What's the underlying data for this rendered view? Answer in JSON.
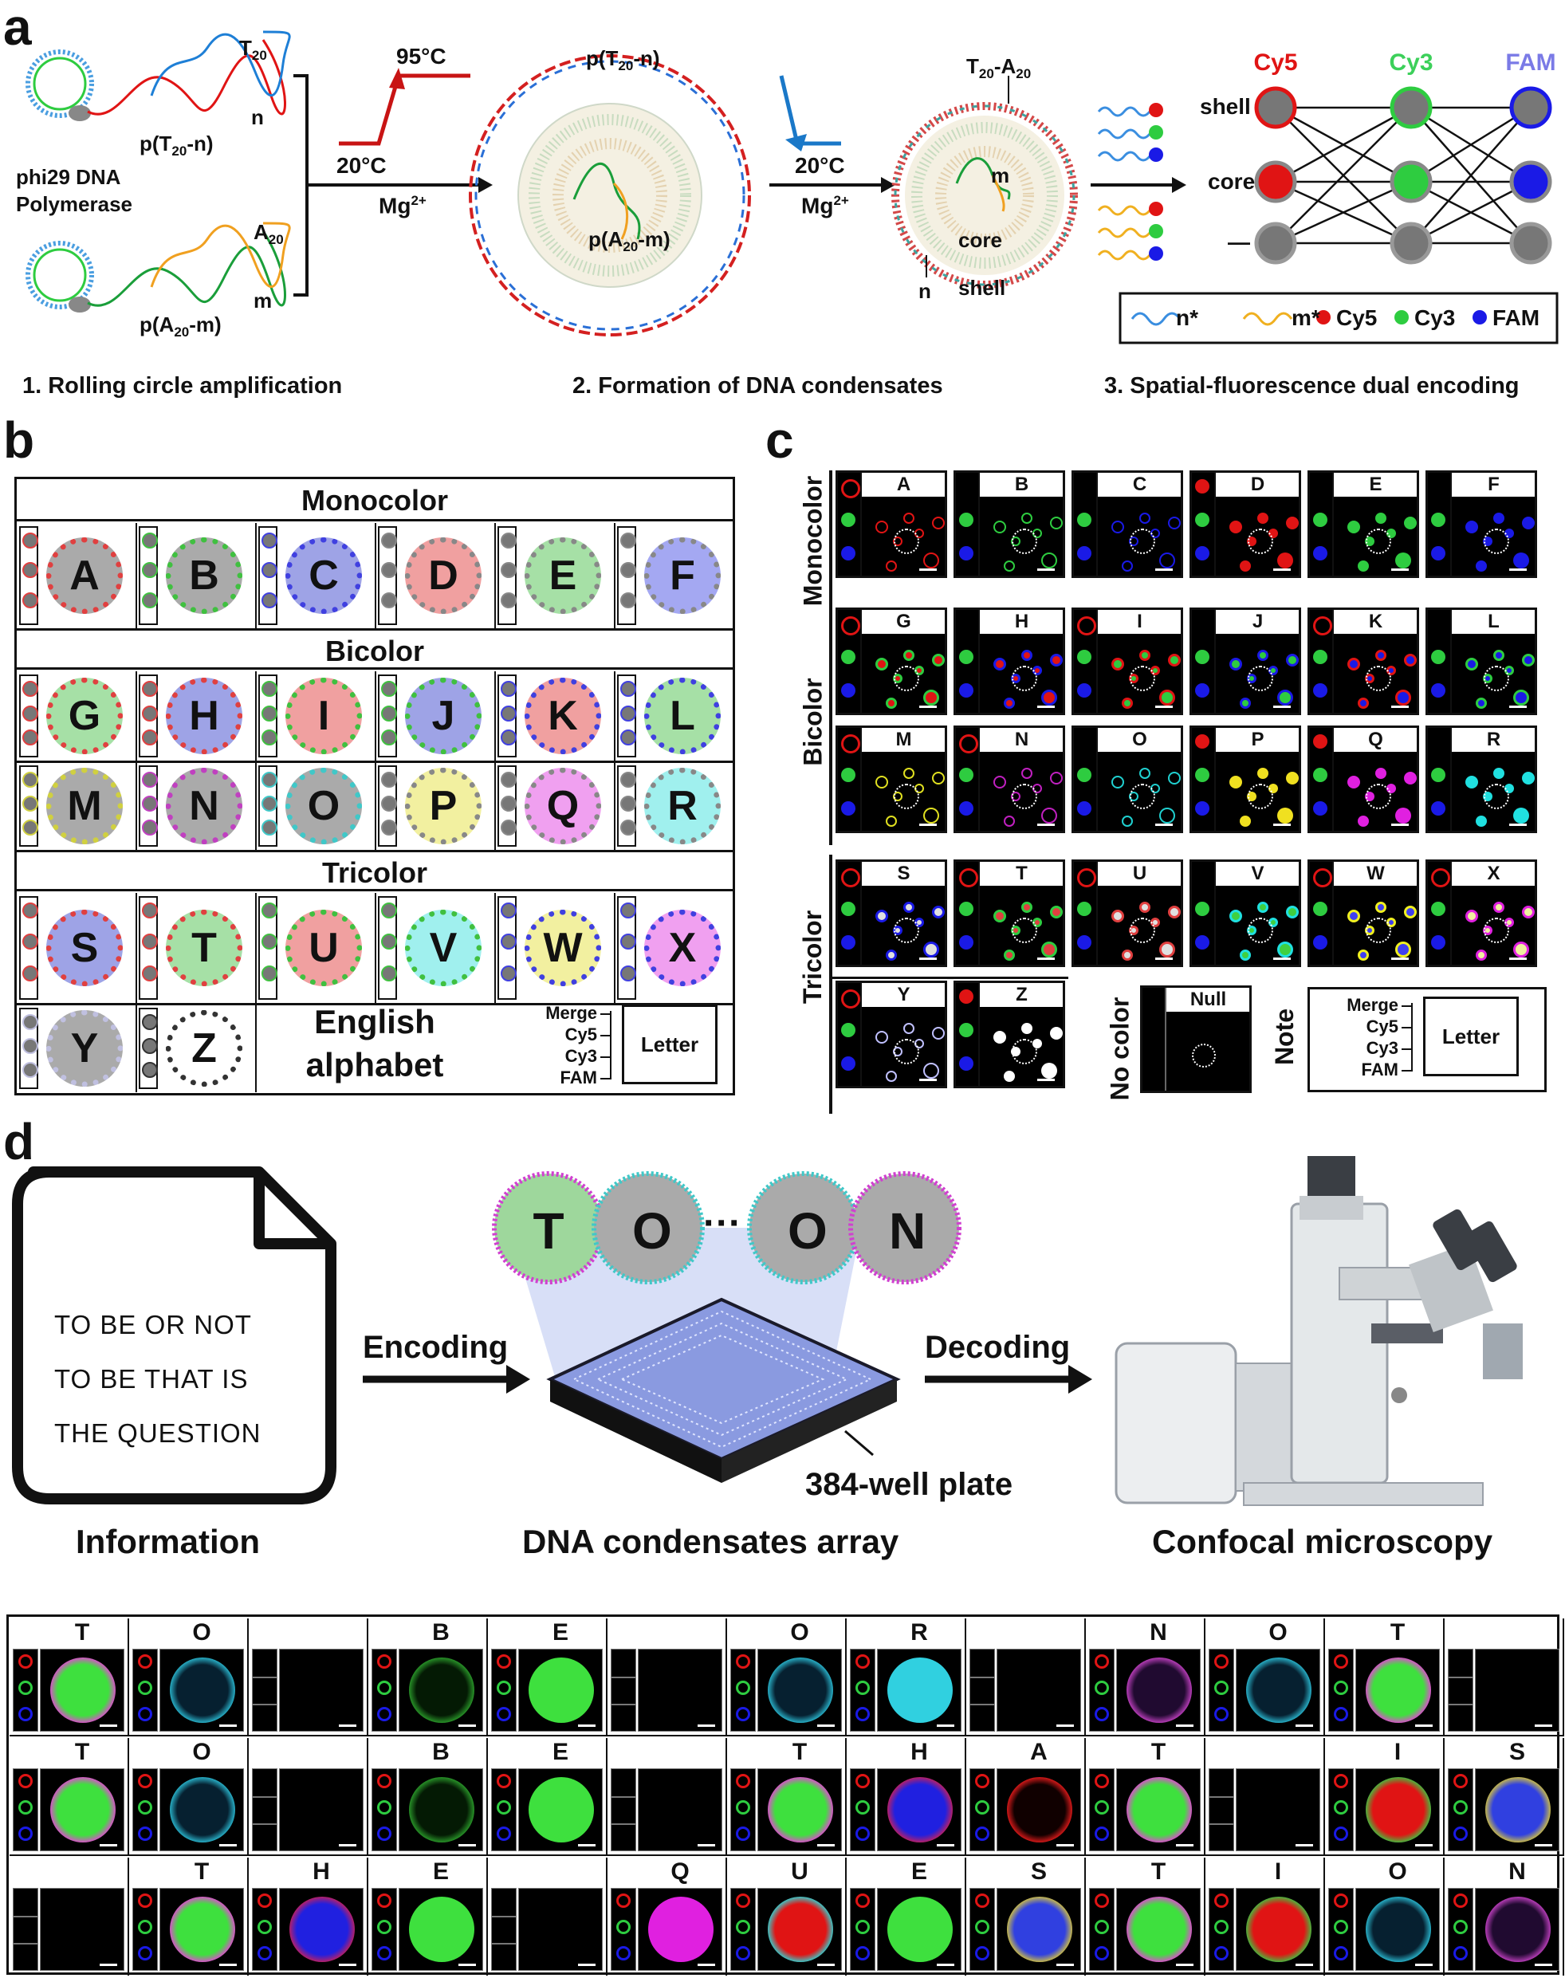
{
  "panels": {
    "a": "a",
    "b": "b",
    "c": "c",
    "d": "d"
  },
  "a": {
    "t20": "T",
    "t20_sub": "20",
    "n": "n",
    "m": "m",
    "pT_prefix": "p(T",
    "pT_sub": "20",
    "pT_suffix": "-n)",
    "a20": "A",
    "a20_sub": "20",
    "pA_prefix": "p(A",
    "pA_sub": "20",
    "pA_suffix": "-m)",
    "polymerase_line1": "phi29 DNA",
    "polymerase_line2": "Polymerase",
    "temp_high": "95°C",
    "temp_low1": "20°C",
    "temp_low2": "20°C",
    "mg1": "Mg",
    "mg2": "Mg",
    "mg_sup": "2+",
    "pTn_prefix": "p(T",
    "pTn_sub": "20",
    "pTn_suffix": "-n)",
    "pAm_prefix": "p(A",
    "pAm_sub": "20",
    "pAm_suffix": "-m)",
    "t20a20": "T",
    "t20a20_sub1": "20",
    "t20a20_dash": "-A",
    "t20a20_sub2": "20",
    "core": "core",
    "shell": "shell",
    "m2": "m",
    "n2": "n",
    "net_cols": [
      "Cy5",
      "Cy3",
      "FAM"
    ],
    "net_rows": [
      "shell",
      "core",
      "—"
    ],
    "legend": [
      "n*",
      "m*",
      "Cy5",
      "Cy3",
      "FAM"
    ],
    "step1": "1. Rolling circle amplification",
    "step2": "2. Formation of DNA condensates",
    "step3": "3. Spatial-fluorescence dual encoding",
    "colors": {
      "red": "#e01414",
      "green": "#2ecc40",
      "blue": "#1a1ae6",
      "cy5": "#e01414",
      "cy3": "#3cd05a",
      "fam": "#7a7ae6"
    }
  },
  "b": {
    "monocolor": "Monocolor",
    "bicolor": "Bicolor",
    "tricolor": "Tricolor",
    "row1": [
      "A",
      "B",
      "C",
      "D",
      "E",
      "F"
    ],
    "row2": [
      "G",
      "H",
      "I",
      "J",
      "K",
      "L"
    ],
    "row3": [
      "M",
      "N",
      "O",
      "P",
      "Q",
      "R"
    ],
    "row4": [
      "S",
      "T",
      "U",
      "V",
      "W",
      "X"
    ],
    "row5": [
      "Y",
      "Z"
    ],
    "alphabet_line1": "English",
    "alphabet_line2": "alphabet",
    "note": [
      "Merge",
      "Cy5",
      "Cy3",
      "FAM"
    ],
    "note_letter": "Letter"
  },
  "c": {
    "monocolor": "Monocolor",
    "bicolor": "Bicolor",
    "tricolor": "Tricolor",
    "nocolor": "No color",
    "note_side": "Note",
    "row1": [
      "A",
      "B",
      "C",
      "D",
      "E",
      "F"
    ],
    "row2": [
      "G",
      "H",
      "I",
      "J",
      "K",
      "L"
    ],
    "row3": [
      "M",
      "N",
      "O",
      "P",
      "Q",
      "R"
    ],
    "row4": [
      "S",
      "T",
      "U",
      "V",
      "W",
      "X"
    ],
    "row5": [
      "Y",
      "Z"
    ],
    "null": "Null",
    "note": [
      "Merge",
      "Cy5",
      "Cy3",
      "FAM"
    ],
    "note_letter": "Letter"
  },
  "d": {
    "info_lines": [
      "TO BE OR NOT",
      "TO BE THAT IS",
      "THE QUESTION"
    ],
    "encoding": "Encoding",
    "decoding": "Decoding",
    "condensates": [
      "T",
      "O",
      "O",
      "N"
    ],
    "ellipsis": "···",
    "plate": "384-well plate",
    "cap_info": "Information",
    "cap_array": "DNA condensates array",
    "cap_micro": "Confocal microscopy",
    "row1": [
      "T",
      "O",
      "",
      "B",
      "E",
      "",
      "O",
      "R",
      "",
      "N",
      "O",
      "T",
      ""
    ],
    "row2": [
      "T",
      "O",
      "",
      "B",
      "E",
      "",
      "T",
      "H",
      "A",
      "T",
      "",
      "I",
      "S"
    ],
    "row3": [
      "",
      "T",
      "H",
      "E",
      "",
      "Q",
      "U",
      "E",
      "S",
      "T",
      "I",
      "O",
      "N"
    ]
  }
}
